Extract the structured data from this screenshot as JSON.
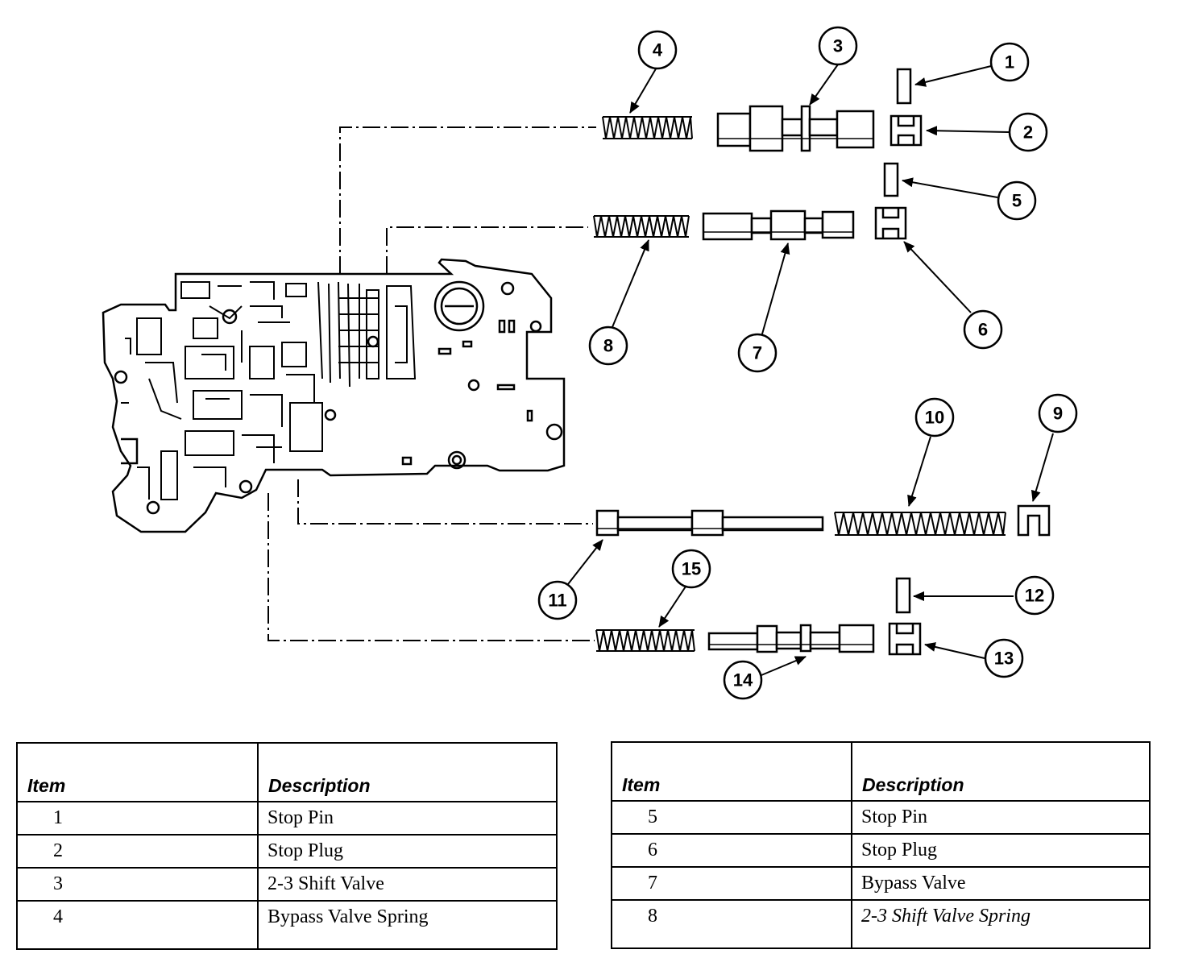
{
  "callouts": [
    "1",
    "2",
    "3",
    "4",
    "5",
    "6",
    "7",
    "8",
    "9",
    "10",
    "11",
    "12",
    "13",
    "14",
    "15"
  ],
  "tables": [
    {
      "headers": {
        "item": "Item",
        "description": "Description"
      },
      "rows": [
        {
          "item": "1",
          "description": "Stop Pin"
        },
        {
          "item": "2",
          "description": "Stop Plug"
        },
        {
          "item": "3",
          "description": "2-3 Shift Valve"
        },
        {
          "item": "4",
          "description": "Bypass Valve Spring"
        }
      ]
    },
    {
      "headers": {
        "item": "Item",
        "description": "Description"
      },
      "rows": [
        {
          "item": "5",
          "description": "Stop Pin"
        },
        {
          "item": "6",
          "description": "Stop Plug"
        },
        {
          "item": "7",
          "description": "Bypass Valve"
        },
        {
          "item": "8",
          "description": "2-3 Shift Valve Spring"
        }
      ]
    }
  ],
  "colors": {
    "ink": "#000000",
    "paper": "#ffffff"
  }
}
